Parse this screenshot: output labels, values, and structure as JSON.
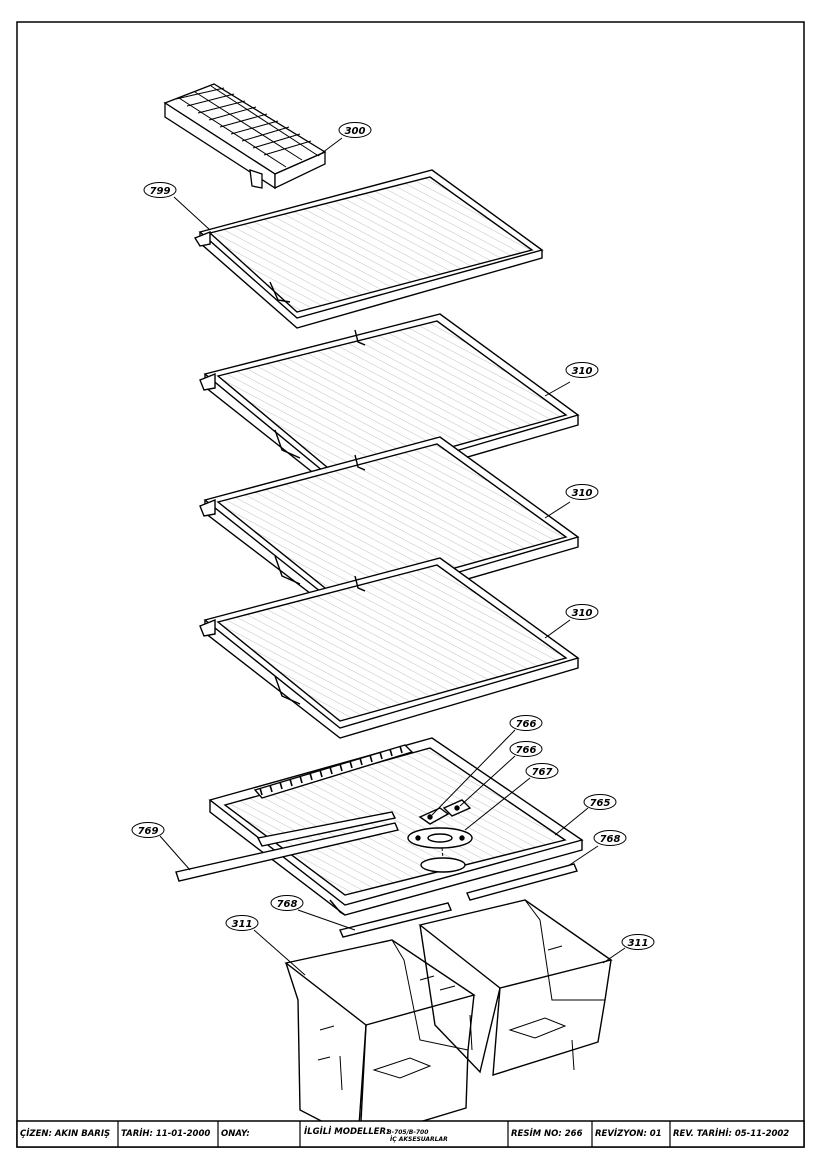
{
  "parts": {
    "ice_tray": "300",
    "top_shelf": "799",
    "shelf_1": "310",
    "shelf_2": "310",
    "shelf_3": "310",
    "bracket_1": "766",
    "bracket_2": "766",
    "plate": "767",
    "crisper_cover": "765",
    "front_strip": "769",
    "rail_right": "768",
    "rail_left": "768",
    "crisper_left": "311",
    "crisper_right": "311"
  },
  "title_block": {
    "cizen": "ÇİZEN: AKIN  BARIŞ",
    "tarih": "TARİH: 11-01-2000",
    "onay": "ONAY:",
    "modeller_label": "İLGİLİ MODELLER:",
    "modeller_value": "B-705/B-700",
    "modeller_sub": "İÇ AKSESUARLAR",
    "resim_no": "RESİM NO: 266",
    "revizyon": "REVİZYON: 01",
    "rev_tarihi": "REV. TARİHİ: 05-11-2002"
  }
}
